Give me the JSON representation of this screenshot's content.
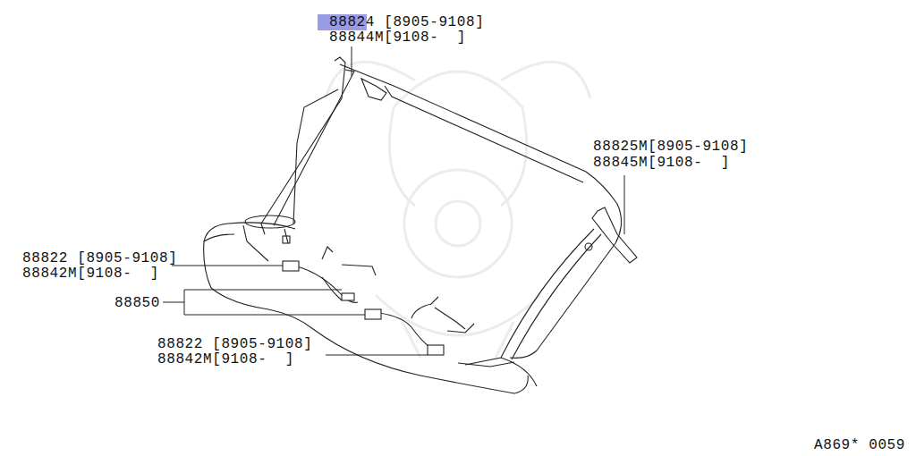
{
  "diagram": {
    "labels": [
      "88824 [8905-9108]",
      "88844M[9108-  ]",
      "88825M[8905-9108]",
      "88845M[9108-  ]",
      "88822 [8905-9108]",
      "88842M[9108-  ]",
      "88850",
      "88822 [8905-9108]",
      "88842M[9108-  ]",
      "A869* 0059"
    ]
  }
}
